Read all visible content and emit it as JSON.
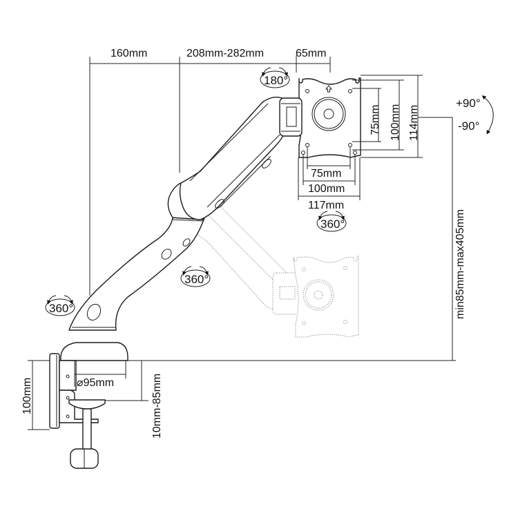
{
  "diagram": {
    "subject": "Gas spring monitor arm with desk clamp",
    "dimensions": {
      "top_segment_1": "160mm",
      "top_segment_2": "208mm-282mm",
      "top_segment_3": "65mm",
      "vesa_vertical_inner": "75mm",
      "vesa_vertical_outer": "100mm",
      "plate_height": "114mm",
      "vesa_horizontal_inner": "75mm",
      "vesa_horizontal_outer": "100mm",
      "plate_width": "117mm",
      "height_range": "min85mm-max405mm",
      "clamp_height": "100mm",
      "base_diameter": "⌀95mm",
      "desk_thickness": "10mm-85mm"
    },
    "rotations": {
      "head_pan": "180°",
      "tilt_up": "+90°",
      "tilt_down": "-90°",
      "plate_rotation": "360°",
      "upper_joint": "360°",
      "base_rotation": "360°"
    }
  }
}
